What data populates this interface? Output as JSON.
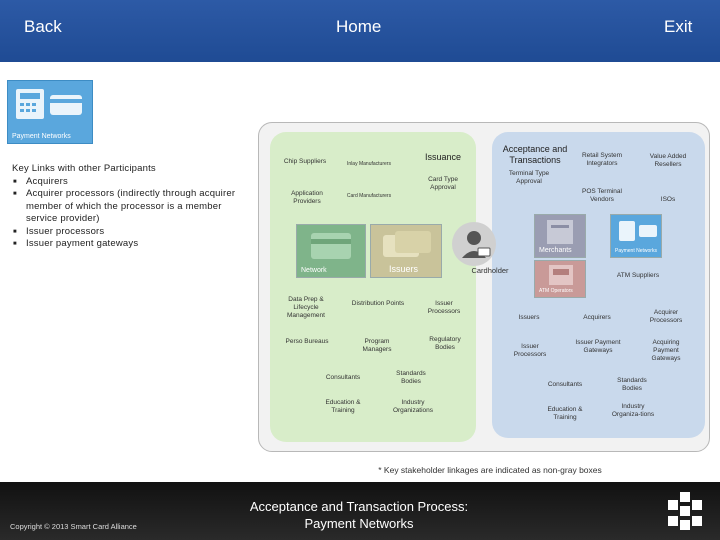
{
  "nav": {
    "back": "Back",
    "home": "Home",
    "exit": "Exit"
  },
  "payment_tile": {
    "label": "Payment Networks"
  },
  "key_links": {
    "title": "Key Links with other Participants",
    "items": [
      "Acquirers",
      "Acquirer processors (indirectly through acquirer member of which the processor is a member service provider)",
      "Issuer processors",
      "Issuer payment gateways"
    ]
  },
  "issuance": {
    "heading": "Issuance",
    "chip_suppliers": "Chip Suppliers",
    "inlay_manufacturers": "Inlay Manufacturers",
    "application_providers": "Application Providers",
    "card_manufacturers": "Card Manufacturers",
    "card_type_approval": "Card Type Approval",
    "tile_network": "Network",
    "tile_issuers": "Issuers"
  },
  "center": {
    "cardholder": "Cardholder"
  },
  "acceptance": {
    "heading": "Acceptance and Transactions",
    "terminal_type_approval": "Terminal Type Approval",
    "retail_system_integrators": "Retail System Integrators",
    "value_added_resellers": "Value Added Resellers",
    "pos_terminal_vendors": "POS Terminal Vendors",
    "isos": "ISOs",
    "atm_suppliers": "ATM Suppliers",
    "tile_merchants": "Merchants",
    "tile_payment_networks": "Payment Networks",
    "tile_atm": "ATM Operators"
  },
  "lower_green": {
    "data_prep": "Data Prep & Lifecycle Management",
    "distribution_points": "Distribution Points",
    "issuer_processors": "Issuer Processors",
    "perso_bureaus": "Perso Bureaus",
    "program_managers": "Program Managers",
    "regulatory_bodies": "Regulatory Bodies",
    "consultants": "Consultants",
    "standards_bodies": "Standards Bodies",
    "education_training": "Education & Training",
    "industry_organizations": "Industry Organizations"
  },
  "lower_blue": {
    "issuers": "Issuers",
    "acquirers": "Acquirers",
    "acquirer_processors": "Acquirer Processors",
    "issuer_processors": "Issuer Processors",
    "issuer_payment_gateways": "Issuer Payment Gateways",
    "acquiring_payment_gateways": "Acquiring Payment Gateways",
    "consultants": "Consultants",
    "standards_bodies": "Standards Bodies",
    "education_training": "Education & Training",
    "industry_organizations": "Industry Organiza-tions"
  },
  "note": "* Key stakeholder linkages are indicated as non-gray boxes",
  "footer": {
    "copyright": "Copyright © 2013 Smart Card Alliance",
    "title_line1": "Acceptance and Transaction Process:",
    "title_line2": "Payment Networks"
  },
  "colors": {
    "topbar": "#1f4b94",
    "issuance_area": "#d8edc9",
    "acceptance_area": "#c9d9ec",
    "footer": "#1a1a1a"
  }
}
